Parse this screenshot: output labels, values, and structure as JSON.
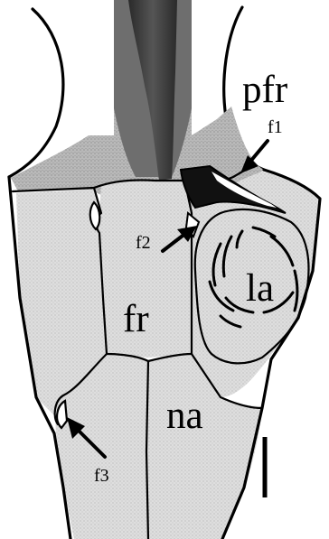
{
  "labels": {
    "pfr": "pfr",
    "fr": "fr",
    "la": "la",
    "na": "na",
    "f1": "f1",
    "f2": "f2",
    "f3": "f3"
  },
  "colors": {
    "bone_light": "#d8d8d8",
    "bone_shaded": "#b9b9b9",
    "bone_dark": "#7a7a7a",
    "foramen_black": "#111111",
    "background": "#ffffff",
    "ink": "#000000"
  }
}
